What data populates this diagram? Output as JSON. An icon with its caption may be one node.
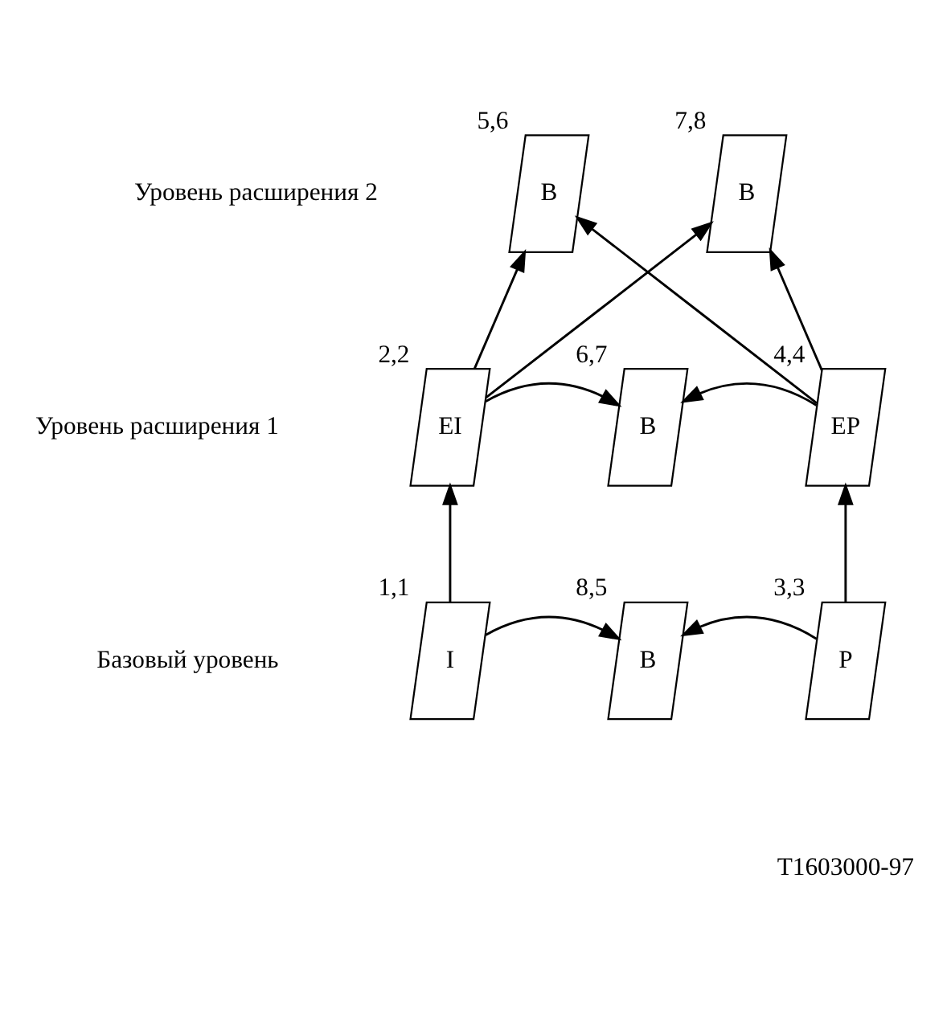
{
  "diagram": {
    "nodes": [
      {
        "text": [
          "B"
        ],
        "beside": [
          "5,6"
        ]
      },
      {
        "text": [
          "B"
        ],
        "beside": [
          "7,8"
        ]
      },
      {
        "text": [
          "EI"
        ],
        "beside": [
          "2,2"
        ]
      },
      {
        "text": [
          "B"
        ],
        "beside": [
          "6,7"
        ]
      },
      {
        "text": [
          "EP"
        ],
        "beside": [
          "4,4"
        ]
      },
      {
        "text": [
          "I"
        ],
        "beside": [
          "1,1"
        ]
      },
      {
        "text": [
          "B"
        ],
        "beside": [
          "8,5"
        ]
      },
      {
        "text": [
          "P"
        ],
        "beside": [
          "3,3"
        ]
      }
    ],
    "edges": [
      {
        "from": 5,
        "to": 2,
        "arrow": "to"
      },
      {
        "from": 7,
        "to": 4,
        "arrow": "to"
      },
      {
        "from": 5,
        "to": 6,
        "arrow": "to"
      },
      {
        "from": 7,
        "to": 6,
        "arrow": "to"
      },
      {
        "from": 2,
        "to": 3,
        "arrow": "to"
      },
      {
        "from": 4,
        "to": 3,
        "arrow": "to"
      },
      {
        "from": 2,
        "to": 0,
        "arrow": "to"
      },
      {
        "from": 2,
        "to": 1,
        "arrow": "to"
      },
      {
        "from": 4,
        "to": 0,
        "arrow": "to"
      },
      {
        "from": 4,
        "to": 1,
        "arrow": "to"
      }
    ],
    "labels": [
      "Уровень расширения 2",
      "Уровень расширения 1",
      "Базовый уровень",
      "T1603000-97"
    ]
  }
}
